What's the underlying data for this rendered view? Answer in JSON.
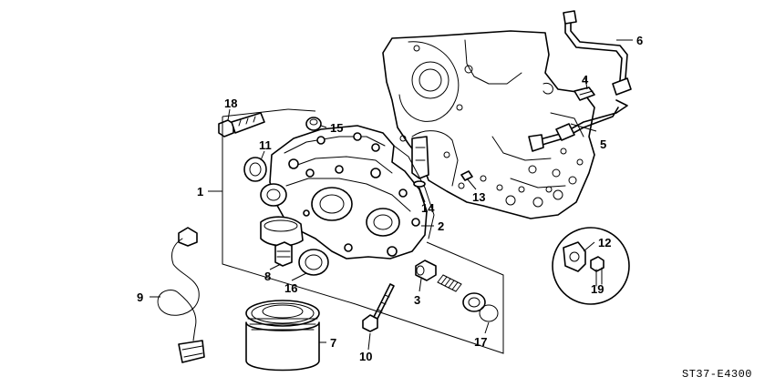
{
  "diagram": {
    "callouts": [
      {
        "id": "c1",
        "label": "1"
      },
      {
        "id": "c2",
        "label": "2"
      },
      {
        "id": "c3",
        "label": "3"
      },
      {
        "id": "c4",
        "label": "4"
      },
      {
        "id": "c5",
        "label": "5"
      },
      {
        "id": "c6",
        "label": "6"
      },
      {
        "id": "c7",
        "label": "7"
      },
      {
        "id": "c8",
        "label": "8"
      },
      {
        "id": "c9",
        "label": "9"
      },
      {
        "id": "c10",
        "label": "10"
      },
      {
        "id": "c11",
        "label": "11"
      },
      {
        "id": "c12",
        "label": "12"
      },
      {
        "id": "c13",
        "label": "13"
      },
      {
        "id": "c14",
        "label": "14"
      },
      {
        "id": "c15",
        "label": "15"
      },
      {
        "id": "c16",
        "label": "16"
      },
      {
        "id": "c17",
        "label": "17"
      },
      {
        "id": "c18",
        "label": "18"
      },
      {
        "id": "c19",
        "label": "19"
      }
    ],
    "diagram_code": "ST37-E4300"
  }
}
